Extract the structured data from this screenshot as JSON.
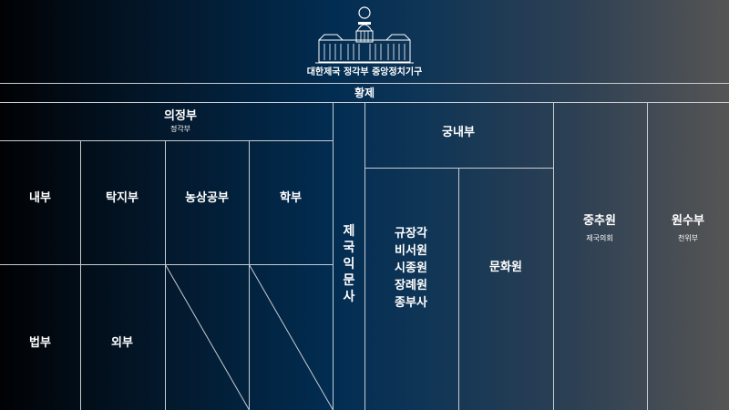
{
  "header": {
    "government_name": "대한제국 정각부 중앙정치기구"
  },
  "top_bar": {
    "label": "황제"
  },
  "departments": {
    "uijeongbu": {
      "label": "의정부",
      "sub": "정각부"
    },
    "naebu": {
      "label": "내부"
    },
    "takjibu": {
      "label": "탁지부"
    },
    "nongsanggongbu": {
      "label": "농상공부"
    },
    "hakbu": {
      "label": "학부"
    },
    "beopbu": {
      "label": "법부"
    },
    "oebu": {
      "label": "외부"
    },
    "jeguk_uimunsa": {
      "label": "제국익문사",
      "chars": [
        "제",
        "국",
        "익",
        "문",
        "사"
      ]
    },
    "gungnaebu": {
      "label": "궁내부"
    },
    "gungnae_group": {
      "items": [
        "규장각",
        "비서원",
        "시종원",
        "장례원",
        "종부사"
      ]
    },
    "munhwawon": {
      "label": "문화원"
    },
    "jungchuwon": {
      "label": "중추원",
      "sub": "제국의회"
    },
    "wonsuwon": {
      "label": "원수부",
      "sub": "천위부"
    }
  },
  "colors": {
    "line": "#c8ccd2",
    "text": "#ffffff",
    "gradient": [
      "#010204",
      "#031628",
      "#022d52",
      "#0f3556",
      "#2f4153",
      "#555555"
    ]
  }
}
